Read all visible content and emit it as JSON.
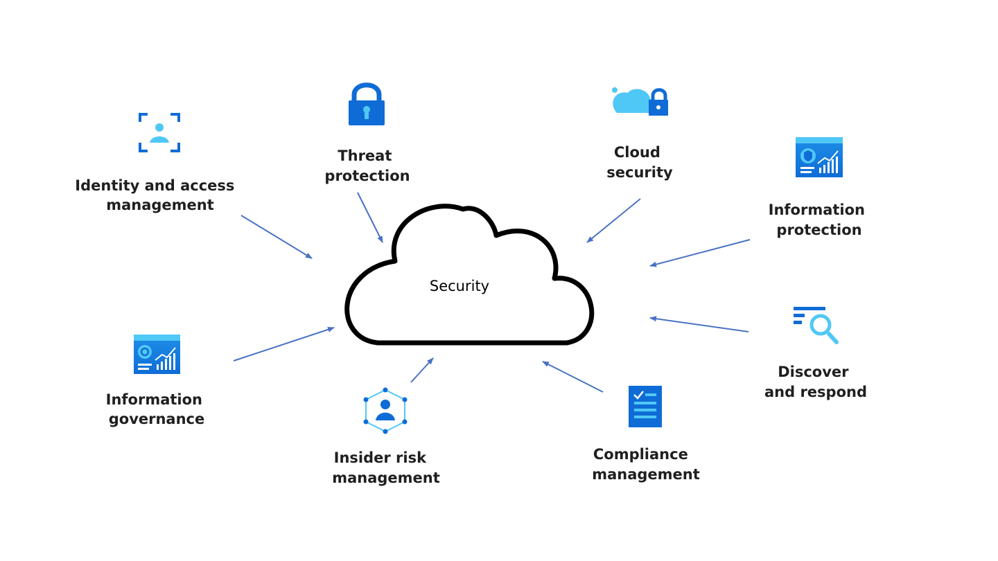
{
  "center": {
    "label": "Security"
  },
  "colors": {
    "arrow": "#4a72c4",
    "icon_dark": "#0f6cd6",
    "icon_light": "#50c8f5",
    "cloud_stroke": "#000000"
  },
  "nodes": [
    {
      "id": "identity",
      "icon": "identity-scan-icon",
      "lines": [
        "Identity and access",
        "management"
      ]
    },
    {
      "id": "threat",
      "icon": "lock-icon",
      "lines": [
        "Threat",
        "protection"
      ]
    },
    {
      "id": "cloud",
      "icon": "cloud-lock-icon",
      "lines": [
        "Cloud",
        "security"
      ]
    },
    {
      "id": "infoprot",
      "icon": "shield-dashboard-icon",
      "lines": [
        "Information",
        "protection"
      ]
    },
    {
      "id": "discover",
      "icon": "search-filter-icon",
      "lines": [
        "Discover",
        "and respond"
      ]
    },
    {
      "id": "compliance",
      "icon": "checklist-icon",
      "lines": [
        "Compliance",
        "management"
      ]
    },
    {
      "id": "insider",
      "icon": "person-network-icon",
      "lines": [
        "Insider risk",
        "management"
      ]
    },
    {
      "id": "governance",
      "icon": "gear-dashboard-icon",
      "lines": [
        "Information",
        "governance"
      ]
    }
  ]
}
